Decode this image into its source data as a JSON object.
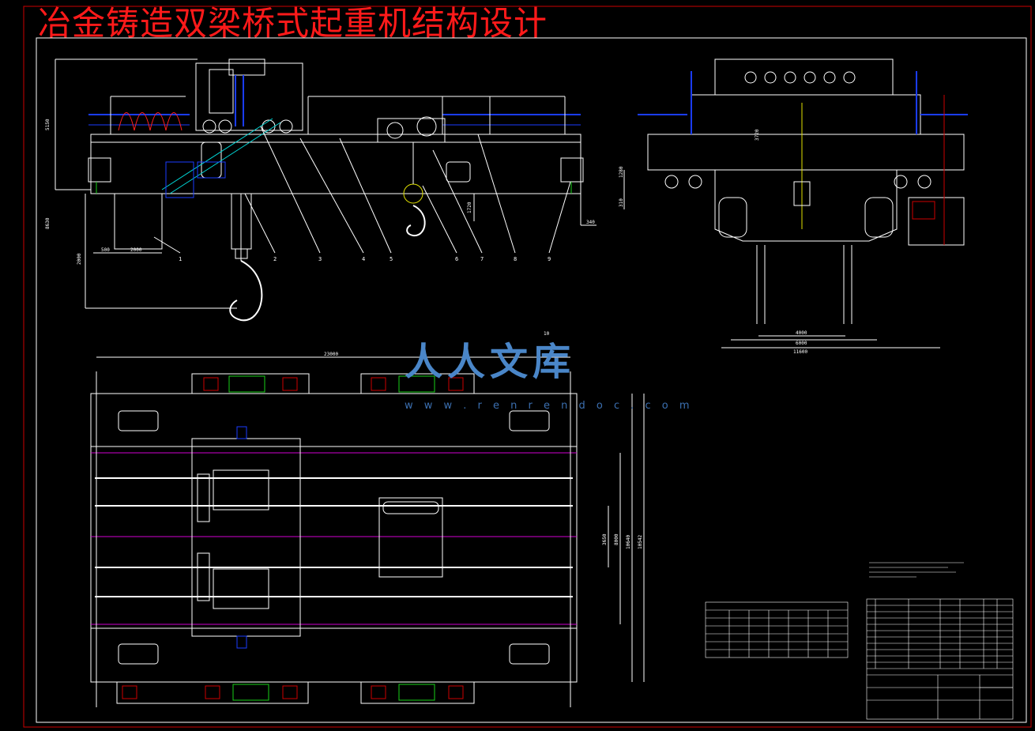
{
  "title": "冶金铸造双梁桥式起重机结构设计",
  "watermark": {
    "logo_text": "人人文库",
    "url_text": "w w w . r e n r e n d o c . c o m"
  },
  "dimensions": {
    "front_view": [
      "5150",
      "8630",
      "2000",
      "500",
      "2000",
      "1720",
      "340"
    ],
    "side_view": [
      "3720",
      "1280",
      "310",
      "4000",
      "6000",
      "11600"
    ],
    "plan_view": [
      "23000",
      "10",
      "3650",
      "8000",
      "10640",
      "10542"
    ]
  },
  "part_numbers": [
    "1",
    "2",
    "3",
    "4",
    "5",
    "6",
    "7",
    "8",
    "9"
  ],
  "colors": {
    "outline": "#ffffff",
    "accent_blue": "#1a3cff",
    "accent_green": "#18d018",
    "centerline": "#d000d0",
    "detail_yellow": "#e0e000",
    "cyan": "#00d8d8",
    "title_red": "#ff1a1a",
    "frame_red": "#cc0000"
  }
}
